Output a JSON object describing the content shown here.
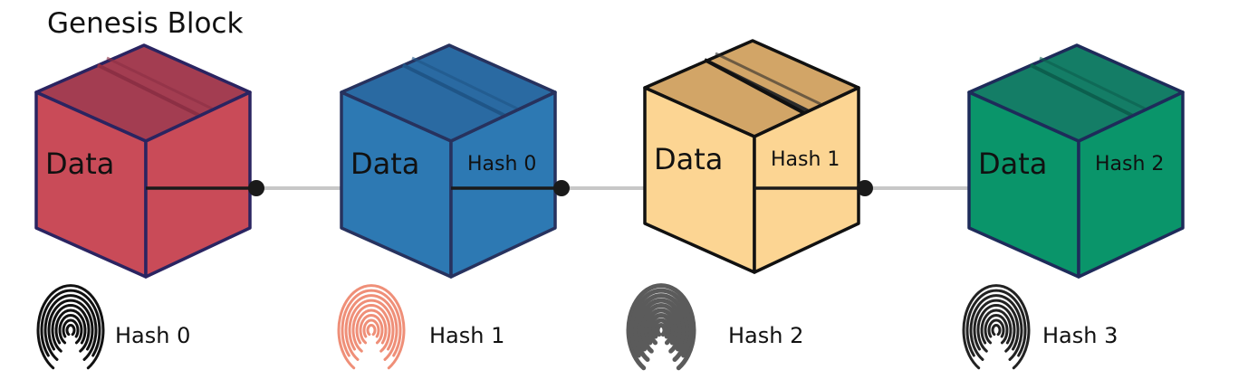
{
  "diagram": {
    "title": "Genesis Block",
    "blocks": [
      {
        "front_label": "Data",
        "side_label": "",
        "colors": {
          "top": "#a33d51",
          "front": "#c94b58",
          "side": "#c94b58",
          "outline": "#2a2461",
          "stripe": "#8c2f44"
        }
      },
      {
        "front_label": "Data",
        "side_label": "Hash 0",
        "colors": {
          "top": "#2a6aa2",
          "front": "#2d79b3",
          "side": "#2d79b3",
          "outline": "#27325e",
          "stripe": "#1f5587"
        }
      },
      {
        "front_label": "Data",
        "side_label": "Hash 1",
        "colors": {
          "top": "#d2a567",
          "front": "#fcd593",
          "side": "#fcd593",
          "outline": "#111111",
          "stripe": "#2b2b2b"
        }
      },
      {
        "front_label": "Data",
        "side_label": "Hash 2",
        "colors": {
          "top": "#147d66",
          "front": "#0a956a",
          "side": "#0a956a",
          "outline": "#1e2b5a",
          "stripe": "#0c5f4e"
        }
      }
    ],
    "fingerprints": [
      {
        "label": "Hash 0",
        "icon": "fingerprint-icon",
        "color": "#111111"
      },
      {
        "label": "Hash 1",
        "icon": "fingerprint-icon",
        "color": "#ef8f78"
      },
      {
        "label": "Hash 2",
        "icon": "fingerprint-icon",
        "color": "#5b5b5b"
      },
      {
        "label": "Hash 3",
        "icon": "fingerprint-icon",
        "color": "#222222"
      }
    ],
    "link_color": "#c7c7c7",
    "link_dark": "#1a1a1a"
  }
}
